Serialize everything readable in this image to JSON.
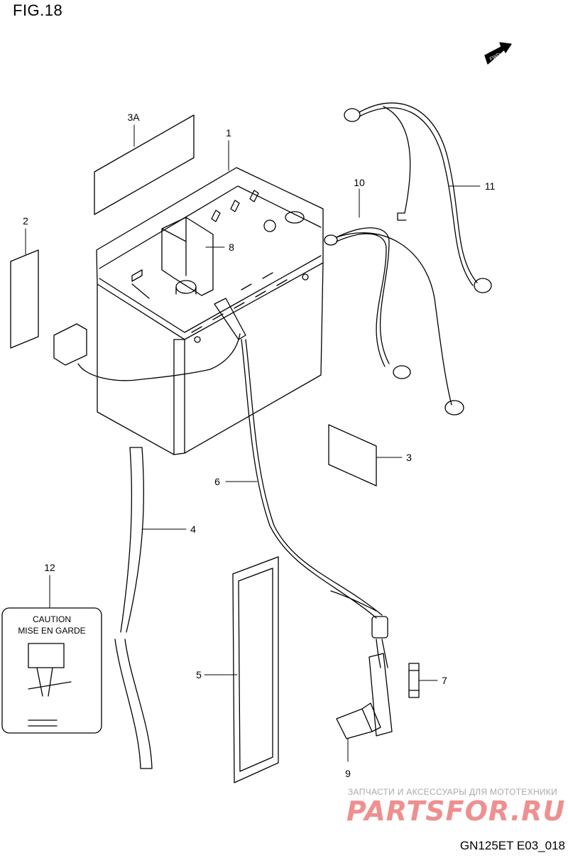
{
  "figure": {
    "title": "FIG.18",
    "code": "GN125ET E03_018"
  },
  "fwd_label": "FWD",
  "callouts": [
    {
      "id": "1",
      "label": "1"
    },
    {
      "id": "2",
      "label": "2"
    },
    {
      "id": "3",
      "label": "3"
    },
    {
      "id": "3a",
      "label": "3A"
    },
    {
      "id": "4",
      "label": "4"
    },
    {
      "id": "5",
      "label": "5"
    },
    {
      "id": "6",
      "label": "6"
    },
    {
      "id": "7",
      "label": "7"
    },
    {
      "id": "8",
      "label": "8"
    },
    {
      "id": "9",
      "label": "9"
    },
    {
      "id": "10",
      "label": "10"
    },
    {
      "id": "11",
      "label": "11"
    },
    {
      "id": "12",
      "label": "12"
    }
  ],
  "caution_label": {
    "line1": "CAUTION",
    "line2": "MISE EN GARDE"
  },
  "watermark": {
    "tagline": "ЗАПЧАСТИ И АКСЕССУАРЫ ДЛЯ МОТОТЕХНИКИ",
    "logo": "PARTSFOR.RU"
  },
  "colors": {
    "line": "#000000",
    "watermark_logo": "#ef8f8f",
    "watermark_text": "#a9a9a9"
  }
}
